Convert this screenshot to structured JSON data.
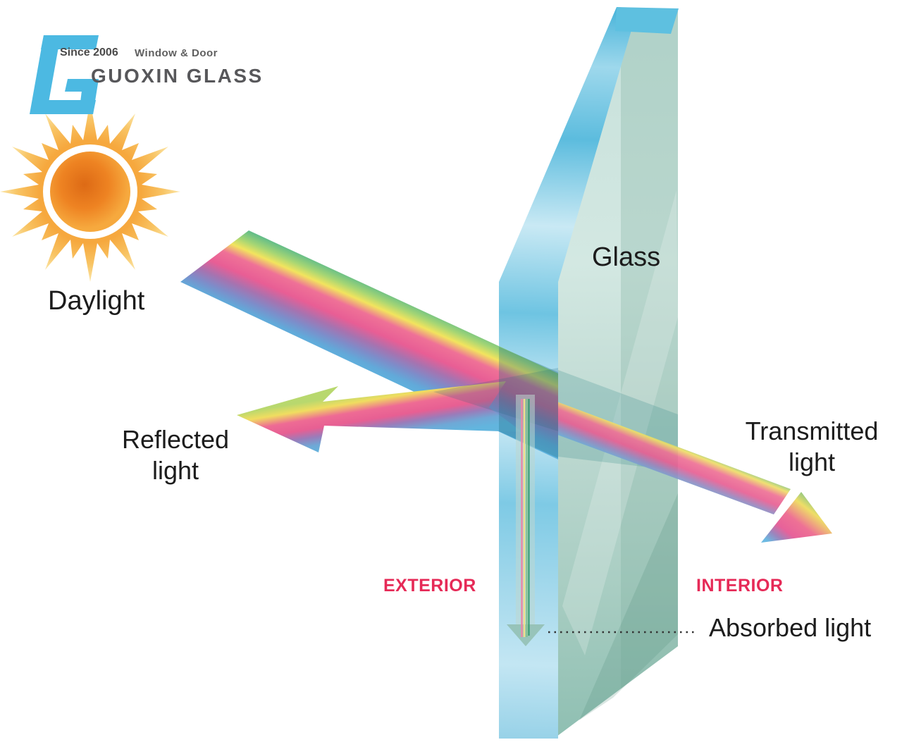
{
  "logo": {
    "glyph": "G",
    "since": "Since 2006",
    "tagline": "Window & Door",
    "company": "GUOXIN GLASS"
  },
  "labels": {
    "daylight": "Daylight",
    "glass": "Glass",
    "reflected_line1": "Reflected",
    "reflected_line2": "light",
    "transmitted_line1": "Transmitted",
    "transmitted_line2": "light",
    "exterior": "EXTERIOR",
    "interior": "INTERIOR",
    "absorbed": "Absorbed light"
  },
  "colors": {
    "logo_blue": "#4cb9e2",
    "accent_pink": "#e62a57",
    "text_dark": "#1c1c1c",
    "sun_orange": "#ee8322",
    "glass_edge_blue": "#5cbcde",
    "glass_face_teal": "#bcd8d0",
    "beam_green": "#58b98c",
    "beam_yellow": "#f2e45e",
    "beam_pink": "#e85e95",
    "beam_blue": "#5fb3de"
  },
  "icons": {
    "sun": "sun-icon",
    "logo_mark": "logo-g-icon",
    "daylight_beam": "daylight-beam",
    "reflected_arrow": "reflected-light-arrow",
    "transmitted_arrow": "transmitted-light-arrow",
    "absorbed_arrow": "absorbed-light-arrow"
  }
}
